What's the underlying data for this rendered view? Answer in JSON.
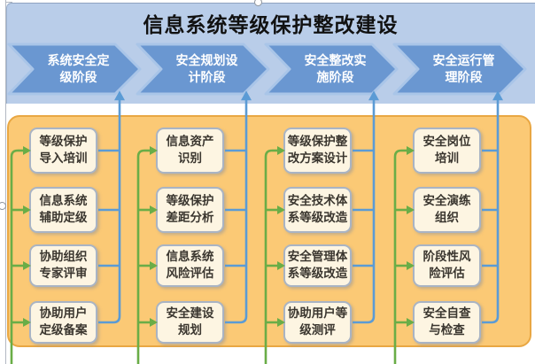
{
  "title": "信息系统等级保护整改建设",
  "phases": [
    {
      "label": "系统安全定\n级阶段"
    },
    {
      "label": "安全规划设\n计阶段"
    },
    {
      "label": "安全整改实\n施阶段"
    },
    {
      "label": "安全运行管\n理阶段"
    }
  ],
  "columns": [
    {
      "tasks": [
        "等级保护\n导入培训",
        "信息系统\n辅助定级",
        "协助组织\n专家评审",
        "协助用户\n定级备案"
      ]
    },
    {
      "tasks": [
        "信息资产\n识别",
        "等级保护\n差距分析",
        "信息系统\n风险评估",
        "安全建设\n规划"
      ]
    },
    {
      "tasks": [
        "等级保护整\n改方案设计",
        "安全技术体\n系等级改造",
        "安全管理体\n系等级改造",
        "协助用户等\n级测评"
      ]
    },
    {
      "tasks": [
        "安全岗位\n培训",
        "安全演练\n组织",
        "阶段性风\n险评估",
        "安全自查\n与检查"
      ]
    }
  ],
  "colors": {
    "panel-blue": "#b9cde9",
    "chevron-fill": "#6a97d1",
    "chevron-stroke": "#a9c5e8",
    "panel-orange": "#fbc975",
    "panel-orange-border": "#e9a743",
    "box-fill": "#fdf5e2",
    "box-border": "#a9b4c4",
    "box-text": "#3a362f",
    "green": "#6aad47",
    "blue": "#5b9bd5",
    "title-text": "#111111"
  }
}
